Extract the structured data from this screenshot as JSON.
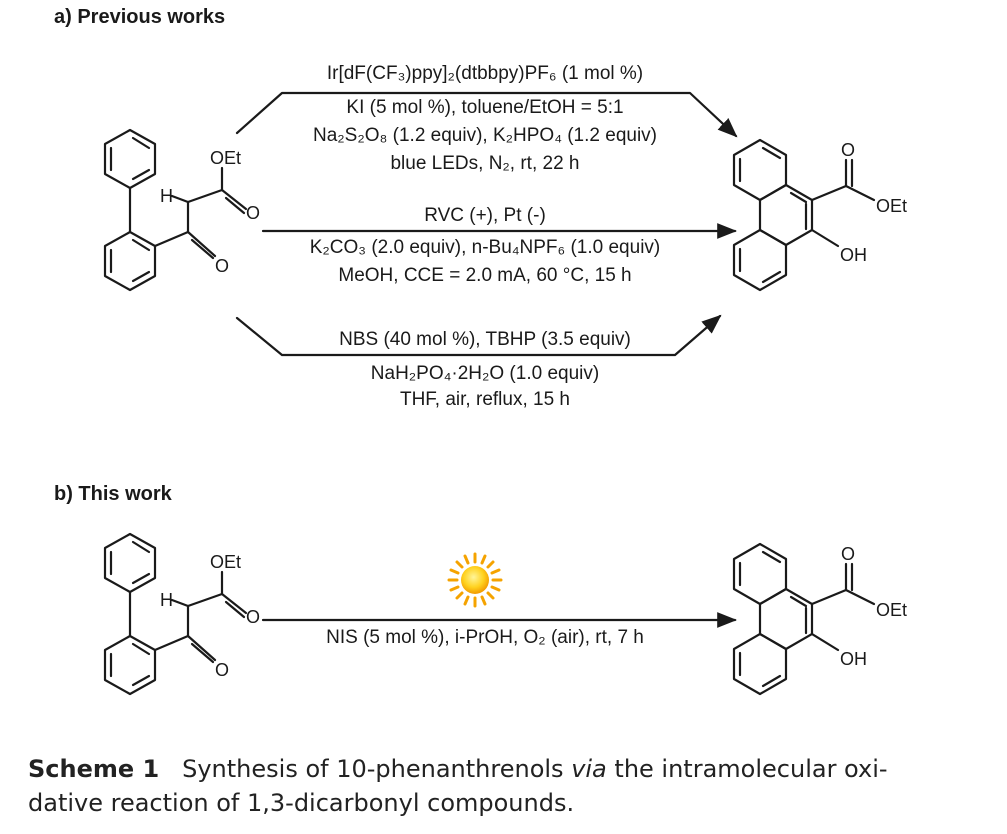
{
  "section_a": {
    "label": "a) Previous works"
  },
  "section_b": {
    "label": "b) This work"
  },
  "molecule_labels": {
    "oet": "OEt",
    "h": "H",
    "o": "O",
    "oh": "OH"
  },
  "conditions": {
    "upper": [
      "Ir[dF(CF₃)ppy]₂(dtbbpy)PF₆ (1 mol %)",
      "KI (5 mol %), toluene/EtOH = 5:1",
      "Na₂S₂O₈ (1.2 equiv), K₂HPO₄ (1.2 equiv)",
      "blue LEDs, N₂, rt, 22 h"
    ],
    "middle": [
      "RVC (+), Pt (-)",
      "K₂CO₃ (2.0 equiv), n-Bu₄NPF₆ (1.0 equiv)",
      "MeOH, CCE = 2.0 mA, 60 °C, 15 h"
    ],
    "lower": [
      "NBS (40 mol %), TBHP (3.5 equiv)",
      "NaH₂PO₄·2H₂O (1.0 equiv)",
      "THF, air, reflux, 15 h"
    ],
    "this_work": "NIS (5 mol %), i-PrOH, O₂ (air), rt, 7 h"
  },
  "caption": {
    "scheme": "Scheme 1",
    "text_1": "Synthesis of 10-phenanthrenols",
    "text_italic": "via",
    "text_2": "the intramolecular oxi-",
    "text_3": "dative reaction of 1,3-dicarbonyl compounds."
  },
  "colors": {
    "ink": "#1a1a1a",
    "sun_outer": "#f5a300",
    "sun_inner": "#ffe13a"
  }
}
